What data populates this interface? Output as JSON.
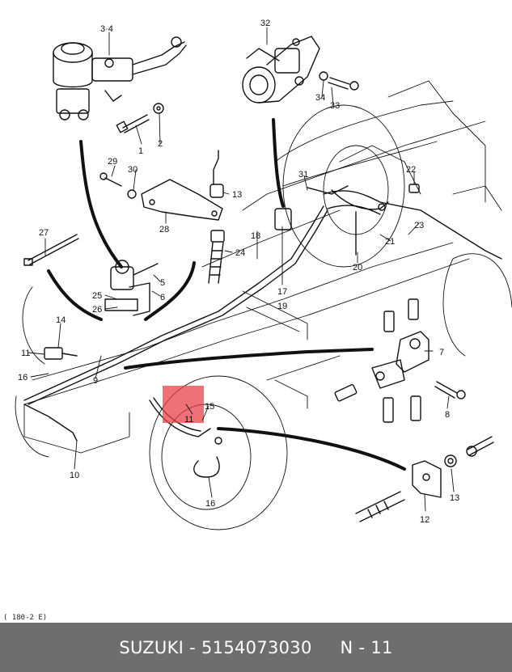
{
  "footer": {
    "brand": "SUZUKI",
    "sep1": " - ",
    "part_number": "5154073030",
    "sep2": "     ",
    "section": "N - 11"
  },
  "corner_code": "( 180-2  E)",
  "highlight_color": "#e8414a",
  "callouts": {
    "c34": "3·4",
    "c32": "32",
    "c34b": "34",
    "c33": "33",
    "c1": "1",
    "c2": "2",
    "c29": "29",
    "c30": "30",
    "c31": "31",
    "c22": "22",
    "c13a": "13",
    "c28": "28",
    "c18": "18",
    "c23": "23",
    "c27": "27",
    "c24": "24",
    "c21": "21",
    "c20": "20",
    "c5": "5",
    "c6": "6",
    "c25": "25",
    "c26": "26",
    "c17": "17",
    "c19": "19",
    "c14": "14",
    "c11a": "11",
    "c7": "7",
    "c16a": "16",
    "c9": "9",
    "c11b": "11",
    "c15": "15",
    "c8": "8",
    "c10": "10",
    "c16b": "16",
    "c13b": "13",
    "c12": "12"
  }
}
